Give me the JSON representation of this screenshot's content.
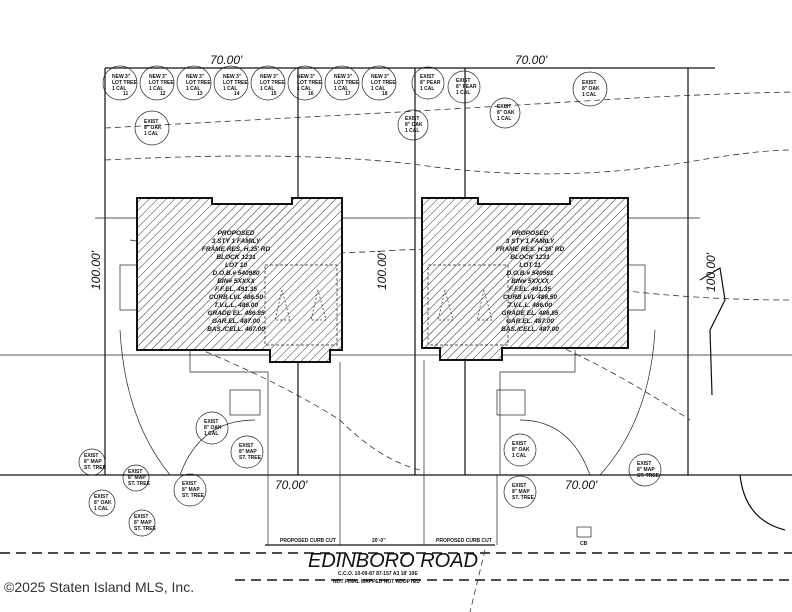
{
  "plan": {
    "dimensions": {
      "top_left_frontage": "70.00'",
      "top_right_frontage": "70.00'",
      "bottom_left_frontage": "70.00'",
      "bottom_right_frontage": "70.00'",
      "left_depth": "100.00'",
      "middle_depth": "100.00'",
      "right_depth": "100.00'"
    },
    "lots": [
      {
        "lines": [
          "PROPOSED",
          "3 STY 1 FAMILY",
          "FRAME RES. H.35' RD",
          "BLOCK 1231",
          "LOT 10",
          "D.O.B.# 540980",
          "BIN# 5XXXX",
          "F.F.EL. 491.35",
          "CURB LVL 486.50",
          "T.V.L.L. 486.00",
          "GRADE EL. 486.85",
          "GAR.EL. 487.00",
          "BAS./CELL. 487.00"
        ]
      },
      {
        "lines": [
          "PROPOSED",
          "3 STY 1 FAMILY",
          "FRAME RES. H.35' RD",
          "BLOCK 1231",
          "LOT 11",
          "D.O.B.# 540981",
          "BIN# 5XXXX",
          "F.F.EL. 491.35",
          "CURB LVL 486.50",
          "T.V.L.L. 486.00",
          "GRADE EL. 486.85",
          "GAR.EL. 487.00",
          "BAS./CELL. 487.00"
        ]
      }
    ],
    "trees": {
      "new_lot_tree": [
        "NEW 3\"",
        "LOT TREE",
        "1 CAL"
      ],
      "numbers": [
        "11",
        "12",
        "13",
        "14",
        "15",
        "16",
        "17",
        "18"
      ],
      "exist_oak": [
        "EXIST",
        "8\" OAK",
        "1 CAL"
      ],
      "exist_maple": [
        "EXIST",
        "8\" MAP",
        "ST. TREE"
      ],
      "exist_pear": [
        "EXIST",
        "8\" PEAR",
        "1 CAL"
      ]
    },
    "curb_labels": [
      "PROPOSED CURB CUT",
      "20'-0\"",
      "PROPOSED CURB CUT"
    ],
    "catch_basin": "CB",
    "road": {
      "name": "EDINBORO ROAD",
      "note1": "C.C.O. 10-09-87 87-157 A3 18' 10E",
      "note2": "NOT FINAL MAPPED NOT ADOPTED"
    }
  },
  "watermark": "©2025 Staten Island MLS, Inc."
}
